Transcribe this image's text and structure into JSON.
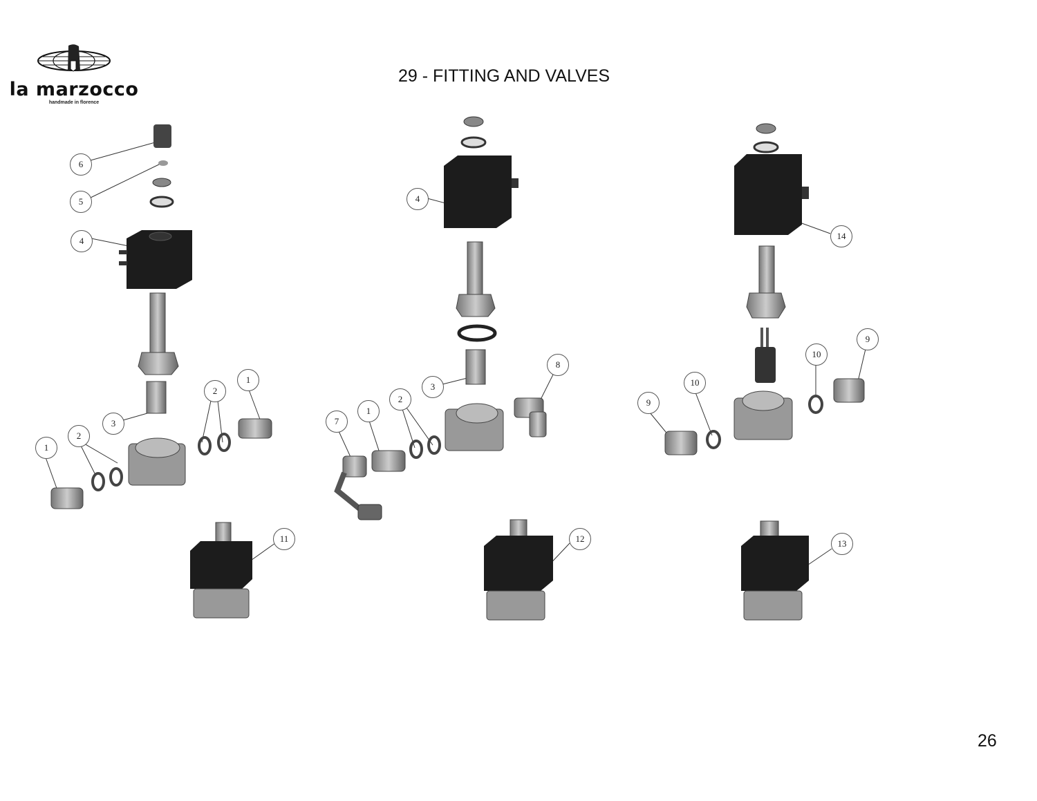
{
  "logo": {
    "brand": "la marzocco",
    "tagline": "handmade in florence"
  },
  "title": "29 - FITTING AND VALVES",
  "page_number": "26",
  "callouts": [
    "6",
    "5",
    "4",
    "3",
    "2",
    "1",
    "2",
    "1",
    "4",
    "3",
    "1",
    "2",
    "7",
    "8",
    "14",
    "9",
    "10",
    "10",
    "9",
    "11",
    "12",
    "13"
  ]
}
